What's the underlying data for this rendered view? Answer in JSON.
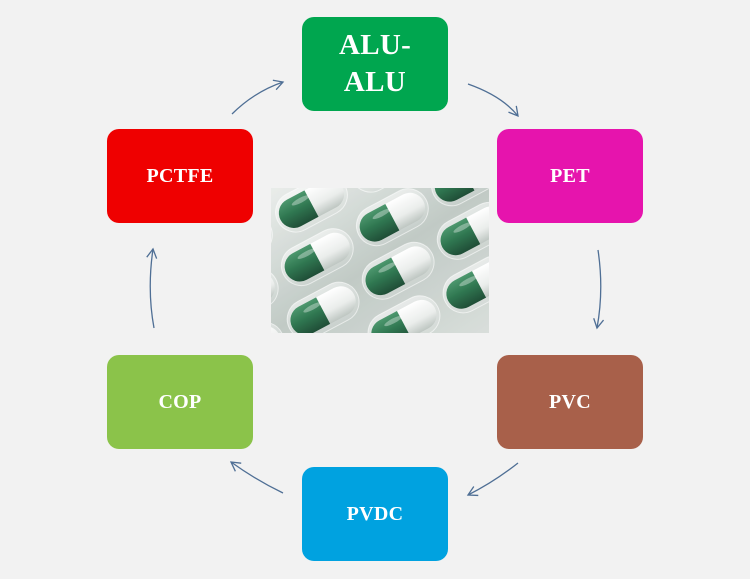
{
  "nodes": [
    {
      "id": "alu-alu",
      "label": "ALU-ALU",
      "color": "#00a64f"
    },
    {
      "id": "pet",
      "label": "PET",
      "color": "#e614ad"
    },
    {
      "id": "pvc",
      "label": "PVC",
      "color": "#a8604a"
    },
    {
      "id": "pvdc",
      "label": "PVDC",
      "color": "#00a2e0"
    },
    {
      "id": "cop",
      "label": "COP",
      "color": "#8bc34a"
    },
    {
      "id": "pctfe",
      "label": "PCTFE",
      "color": "#ef0000"
    }
  ],
  "image": {
    "subject": "green and white capsules in blister pack"
  },
  "arrow_color": "#4f6f95"
}
